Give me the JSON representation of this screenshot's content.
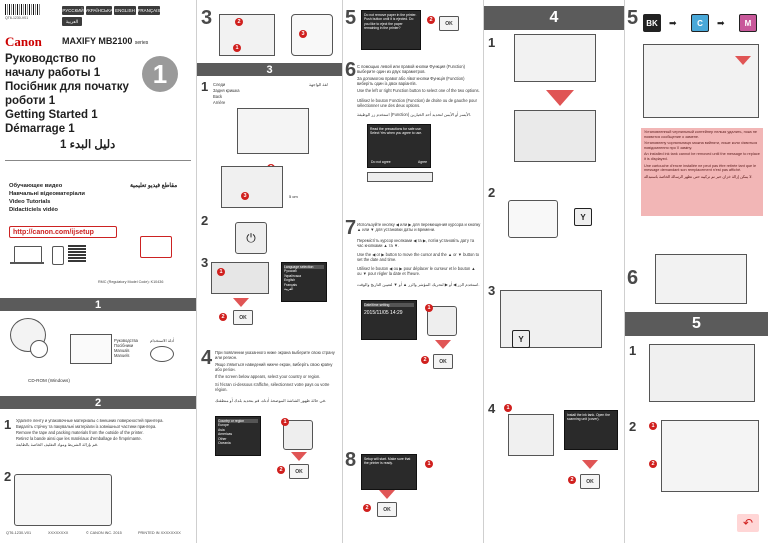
{
  "header": {
    "languages": [
      "РУССКИЙ",
      "УКРАЇНСЬКА",
      "ENGLISH",
      "FRANÇAIS",
      "العربية"
    ],
    "barcode_number": "QT6-1230-V01"
  },
  "brand": {
    "logo": "Canon",
    "model_prefix": "MAXIFY",
    "model": "MB2100",
    "model_suffix": "series"
  },
  "cover": {
    "title_lines": [
      "Руководство по",
      "началу работы 1",
      "Посібник для початку",
      "роботи 1",
      "Getting Started 1",
      "Démarrage 1",
      "دليل البدء 1"
    ],
    "big_number": "1",
    "video_labels": [
      "Обучающее видео",
      "Навчальні відеоматеріали",
      "Video Tutorials",
      "Didacticiels vidéo"
    ],
    "video_label_ar": "مقاطع فيديو تعليمية",
    "url": "http://canon.com/ijsetup",
    "rmc": "RMC (Regulatory Model Code): K10436"
  },
  "section1": {
    "number": "1",
    "cdrom": "CD-ROM (Windows)",
    "manual_labels": [
      "Руководства",
      "Посібники",
      "Manuals",
      "Manuels"
    ],
    "manual_label_ar": "أدلة الاستخدام"
  },
  "section2": {
    "number": "2",
    "step1_text": [
      "Удалите ленту и упаковочные материалы с внешних поверхностей принтера.",
      "Видаліть стрічку та пакувальні матеріали із зовнішньої частини принтера.",
      "Remove the tape and packing materials from the outside of the printer.",
      "Retirez la bande ainsi que les matériaux d'emballage de l'imprimante.",
      "قم بإزالة الشريط ومواد التغليف الخاصة بالطابعة."
    ],
    "step2_num": "2"
  },
  "footer": {
    "code1": "QT6-1230-V01",
    "code2": "XXXXXXXX",
    "copyright": "© CANON INC. 2015",
    "printed": "PRINTED IN XXXXXXXX"
  },
  "col2": {
    "step3_num": "3",
    "section3": "3",
    "screen_title_ar": "لغة الواجهة",
    "lang_list": [
      "Следи",
      "Задня кришка",
      "Back",
      "Arrière"
    ],
    "cm_label": "5 cm",
    "step_a": "2",
    "step_b": "3",
    "screen_menu": [
      "Language selection",
      "Русский",
      "Українська",
      "English",
      "Français",
      "العربية"
    ],
    "ok": "OK",
    "step4_num": "4",
    "step4_text": [
      "При появлении указанного ниже экрана выберите свою страну или регион.",
      "Якщо з'явиться наведений нижче екран, виберіть свою країну або регіон.",
      "If the screen below appears, select your country or region.",
      "Si l'écran ci-dessous s'affiche, sélectionnez votre pays ou votre région.",
      "في حالة ظهور الشاشة الموضحة أدناه، قم بتحديد بلدك أو منطقتك."
    ],
    "region_screen": [
      "Country or region",
      "Europe",
      "Asia",
      "Americas",
      "Other",
      "Oceania"
    ]
  },
  "col3": {
    "step5_num": "5",
    "screen5_text": "Do not remove paper in the printer. Push button until it is ejected. Do you like to eject the paper remaining in the printer?",
    "step6_num": "6",
    "step6_text": [
      "С помощью левой или правой кнопки Функция (Function) выберите один из двух параметров.",
      "За допомогою правої або лівої кнопки Функція (Function) виберіть один із двох варіантів.",
      "Use the left or right Function button to select one of the two options.",
      "Utilisez le bouton Fonction (Function) de droite ou de gauche pour sélectionner une des deux options.",
      "استخدم زر الوظيفة (Function) الأيسر أو الأيمن لتحديد أحد الخيارين."
    ],
    "screen6_text": "Read the precautions for safe use. Select Yes when you agree to use.",
    "screen6_left": "Do not agree",
    "screen6_right": "Agree",
    "step7_num": "7",
    "step7_text": [
      "Используйте кнопку ◀ или ▶ для перемещения курсора и кнопку ▲ или ▼ для установки даты и времени.",
      "Перемістіть курсор кнопками ◀ та ▶, потім установіть дату та час кнопками ▲ та ▼.",
      "Use the ◀ or ▶ button to move the cursor and the ▲ or ▼ button to set the date and time.",
      "Utilisez le bouton ◀ ou ▶ pour déplacer le curseur et le bouton ▲ ou ▼ pour régler la date et l'heure.",
      "استخدم الزر ◀ أو ▶ لتحريك المؤشر والزر ▲ أو ▼ لتعيين التاريخ والوقت."
    ],
    "date_screen_title": "Date/time setting",
    "date_screen_value": "2015/11/05 14:29",
    "step8_num": "8",
    "screen8_text": "Setup will start. Make sure that the printer is ready.",
    "ok": "OK"
  },
  "col4": {
    "section4": "4",
    "step1": "1",
    "step2": "2",
    "step3": "3",
    "step4": "4",
    "y_label": "Y",
    "screen4_text": "Install the ink tank. Open the scanning unit (cover).",
    "ok": "OK"
  },
  "col5": {
    "step5_num": "5",
    "cartridges": [
      "BK",
      "C",
      "M"
    ],
    "notice_text": [
      "Установленный чернильный контейнер нельзя удалить, пока не появится сообщение о замене.",
      "Установлену чорнильницю можна вийняти, лише коли з'явиться повідомлення про її заміну.",
      "An installed ink tank cannot be removed until the message to replace it is displayed.",
      "Une cartouche d'encre installée ne peut pas être retirée tant que le message demandant son remplacement n'est pas affiché.",
      "لا يمكن إزالة خزان حبر تم تركيبه حتى تظهر الرسالة الخاصة باستبداله."
    ],
    "step6_num": "6",
    "section5": "5",
    "step1": "1",
    "step2": "2"
  },
  "colors": {
    "band": "#5b5b5b",
    "accent_red": "#d0201e",
    "pink": "#f2b6b6",
    "canon_red": "#cc0000"
  }
}
